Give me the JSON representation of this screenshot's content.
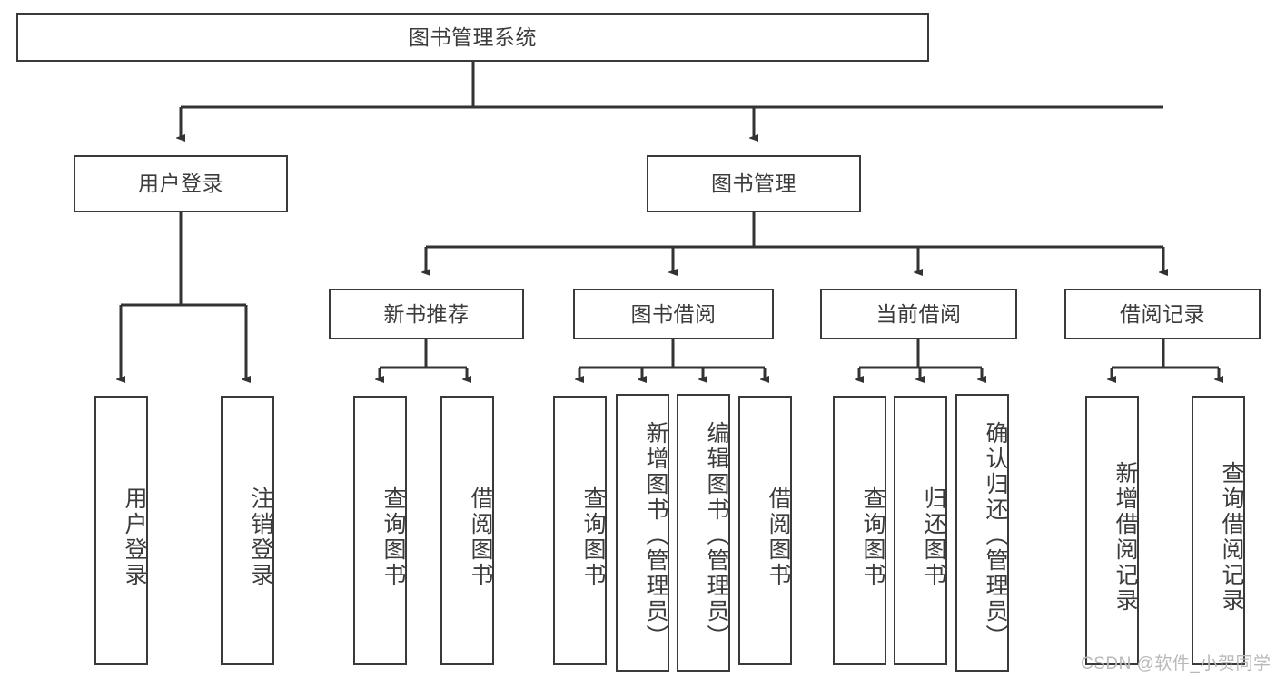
{
  "diagram": {
    "title": "图书管理系统",
    "type": "tree",
    "root": {
      "label": "图书管理系统"
    },
    "level1": [
      {
        "label": "用户登录"
      },
      {
        "label": "图书管理"
      }
    ],
    "level2": [
      {
        "label": "新书推荐",
        "parent": "图书管理"
      },
      {
        "label": "图书借阅",
        "parent": "图书管理"
      },
      {
        "label": "当前借阅",
        "parent": "图书管理"
      },
      {
        "label": "借阅记录",
        "parent": "图书管理"
      }
    ],
    "leaves": {
      "user_login": [
        {
          "label": "用户登录"
        },
        {
          "label": "注销登录"
        }
      ],
      "new_book": [
        {
          "label": "查询图书"
        },
        {
          "label": "借阅图书"
        }
      ],
      "book_borrow": [
        {
          "label": "查询图书"
        },
        {
          "label": "新增图书（管理员）"
        },
        {
          "label": "编辑图书（管理员）"
        },
        {
          "label": "借阅图书"
        }
      ],
      "current_borrow": [
        {
          "label": "查询图书"
        },
        {
          "label": "归还图书"
        },
        {
          "label": "确认归还（管理员）"
        }
      ],
      "borrow_record": [
        {
          "label": "新增借阅记录"
        },
        {
          "label": "查询借阅记录"
        }
      ]
    }
  },
  "watermark": {
    "text": "CSDN @软件_小贺同学"
  },
  "colors": {
    "stroke": "#3a3a3a",
    "text": "#3c3c3c",
    "background": "#ffffff",
    "watermark": "#b9b9b9"
  }
}
